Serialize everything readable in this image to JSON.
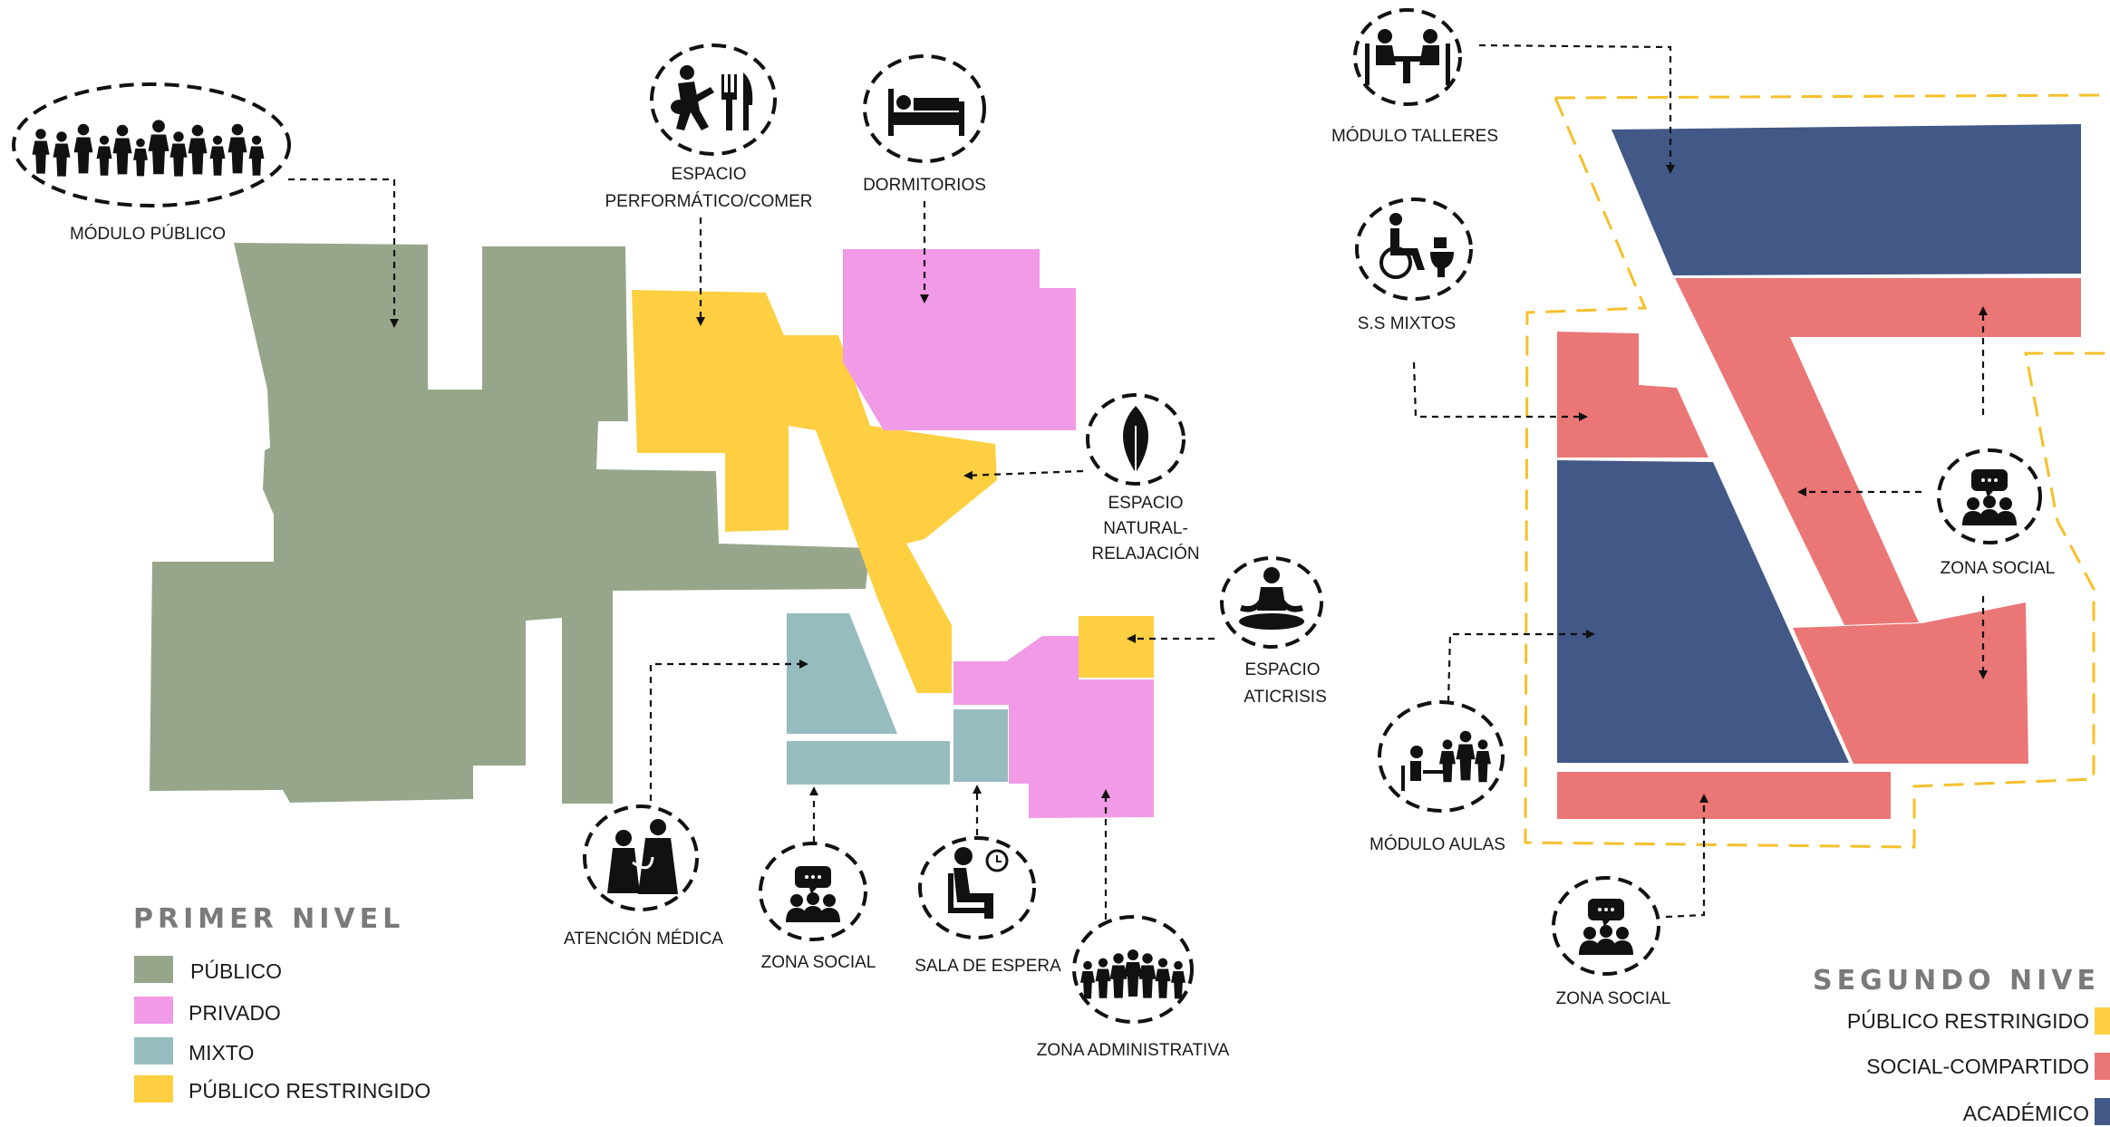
{
  "colors": {
    "publico": "#97a68b",
    "privado": "#f19ae6",
    "mixto": "#97bcbf",
    "publico_restringido": "#fdcf41",
    "social_compartido": "#eb7676",
    "academico": "#425887",
    "outline_gold": "#f5c02b"
  },
  "primer_nivel": {
    "title": "PRIMER NIVEL",
    "labels": {
      "modulo_publico": "MÓDULO PÚBLICO",
      "espacio_performatico_1": "ESPACIO",
      "espacio_performatico_2": "PERFORMÁTICO/COMER",
      "dormitorios": "DORMITORIOS",
      "espacio_natural_1": "ESPACIO",
      "espacio_natural_2": "NATURAL-",
      "espacio_natural_3": "RELAJACIÓN",
      "espacio_aticrisis_1": "ESPACIO",
      "espacio_aticrisis_2": "ATICRISIS",
      "atencion_medica": "ATENCIÓN MÉDICA",
      "zona_social": "ZONA SOCIAL",
      "sala_espera": "SALA DE ESPERA",
      "zona_administrativa": "ZONA ADMINISTRATIVA"
    },
    "legend": [
      {
        "label": "PÚBLICO",
        "color": "#97a68b"
      },
      {
        "label": "PRIVADO",
        "color": "#f19ae6"
      },
      {
        "label": "MIXTO",
        "color": "#97bcbf"
      },
      {
        "label": "PÚBLICO RESTRINGIDO",
        "color": "#fdcf41"
      }
    ]
  },
  "segundo_nivel": {
    "title": "SEGUNDO NIVE",
    "labels": {
      "modulo_talleres": "MÓDULO TALLERES",
      "ss_mixtos": "S.S MIXTOS",
      "zona_social_right": "ZONA SOCIAL",
      "modulo_aulas": "MÓDULO AULAS",
      "zona_social_bottom": "ZONA SOCIAL"
    },
    "legend": [
      {
        "label": "PÚBLICO RESTRINGIDO",
        "color": "#fdcf41"
      },
      {
        "label": "SOCIAL-COMPARTIDO",
        "color": "#eb7676"
      },
      {
        "label": "ACADÉMICO",
        "color": "#425887"
      }
    ]
  },
  "icons": [
    "people-crowd-icon",
    "guitar-fork-knife-icon",
    "bed-icon",
    "leaf-icon",
    "meditation-icon",
    "doctor-icon",
    "social-chat-icon",
    "waiting-chair-icon",
    "administration-crowd-icon",
    "workshop-table-icon",
    "wheelchair-toilet-icon",
    "classroom-icon"
  ]
}
